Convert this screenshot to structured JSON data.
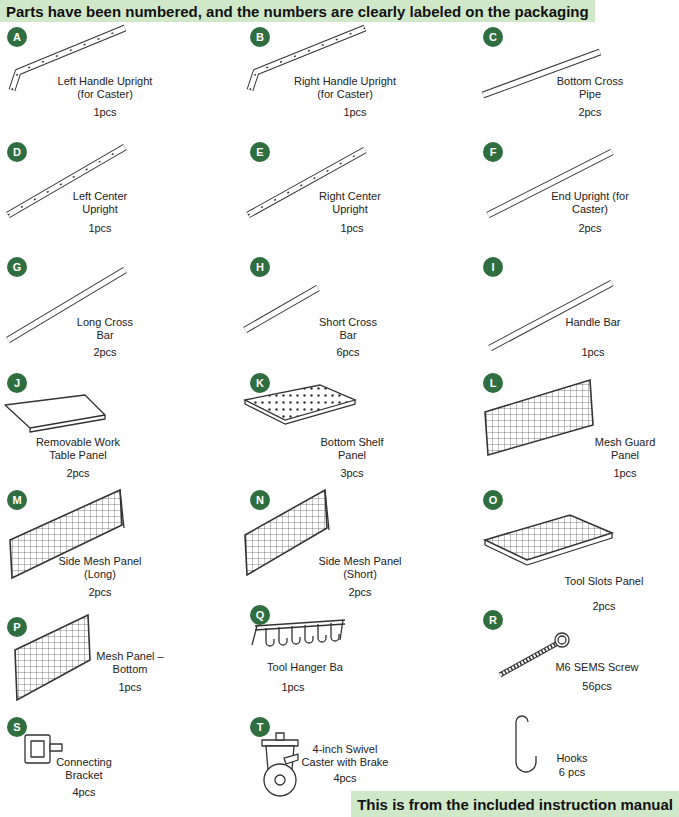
{
  "diagram": {
    "nodes": [
      {
        "text": [
          "Parts have been numbered, and the numbers are clearly labeled on the packaging"
        ]
      },
      {
        "text": [
          "A"
        ]
      },
      {
        "text": [
          "B"
        ]
      },
      {
        "text": [
          "C"
        ]
      },
      {
        "text": [
          "D"
        ]
      },
      {
        "text": [
          "E"
        ]
      },
      {
        "text": [
          "F"
        ]
      },
      {
        "text": [
          "G"
        ]
      },
      {
        "text": [
          "H"
        ]
      },
      {
        "text": [
          "I"
        ]
      },
      {
        "text": [
          "J"
        ]
      },
      {
        "text": [
          "K"
        ]
      },
      {
        "text": [
          "L"
        ]
      },
      {
        "text": [
          "M"
        ]
      },
      {
        "text": [
          "N"
        ]
      },
      {
        "text": [
          "O"
        ]
      },
      {
        "text": [
          "P"
        ]
      },
      {
        "text": [
          "Q"
        ]
      },
      {
        "text": [
          "R"
        ]
      },
      {
        "text": [
          "S"
        ]
      },
      {
        "text": [
          "T"
        ]
      },
      {
        "text": [
          "This is from the included instruction manual"
        ]
      }
    ],
    "labels": [
      "Left Handle Upright (for Caster)",
      "1pcs",
      "Right Handle Upright (for Caster)",
      "1pcs",
      "Bottom Cross Pipe",
      "2pcs",
      "Left Center Upright",
      "1pcs",
      "Right Center Upright",
      "1pcs",
      "End Upright (for Caster)",
      "2pcs",
      "Long Cross Bar",
      "2pcs",
      "Short Cross Bar",
      "6pcs",
      "Handle Bar",
      "1pcs",
      "Removable Work Table Panel",
      "2pcs",
      "Bottom Shelf Panel",
      "3pcs",
      "Mesh Guard Panel",
      "1pcs",
      "Side Mesh Panel (Long)",
      "2pcs",
      "Side Mesh Panel (Short)",
      "2pcs",
      "Tool Slots Panel",
      "2pcs",
      "Mesh Panel – Bottom",
      "1pcs",
      "Tool Hanger Ba",
      "1pcs",
      "M6 SEMS Screw",
      "56pcs",
      "Connecting Bracket",
      "4pcs",
      "4-inch Swivel Caster with Brake",
      "4pcs",
      "Hooks",
      "6 pcs"
    ]
  }
}
